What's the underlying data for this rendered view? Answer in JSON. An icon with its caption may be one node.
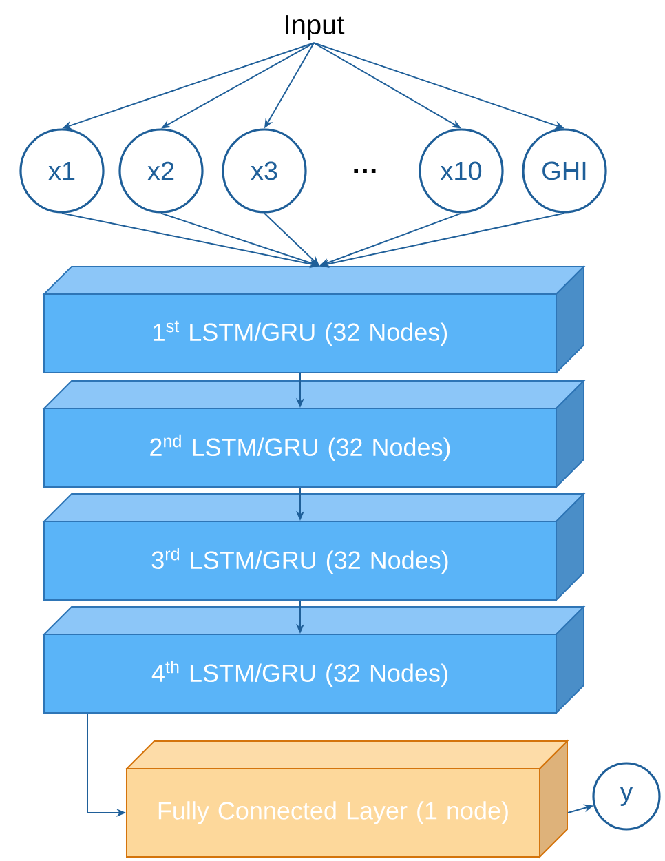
{
  "diagram": {
    "nodes": [
      {
        "text": [
          "Input"
        ]
      },
      {
        "text": [
          "x1"
        ]
      },
      {
        "text": [
          "x2"
        ]
      },
      {
        "text": [
          "x3"
        ]
      },
      {
        "text": [
          "x10"
        ]
      },
      {
        "text": [
          "GHI"
        ]
      },
      {
        "text": [
          "1$^{st}$ LSTM/GRU (32 Nodes)"
        ]
      },
      {
        "text": [
          "2$^{nd}$ LSTM/GRU (32 Nodes)"
        ]
      },
      {
        "text": [
          "3$^{rd}$ LSTM/GRU (32 Nodes)"
        ]
      },
      {
        "text": [
          "4$^{th}$ LSTM/GRU (32 Nodes)"
        ]
      },
      {
        "text": [
          "Fully Connected Layer (1 node)"
        ]
      },
      {
        "text": [
          "y"
        ]
      }
    ],
    "edges": [
      {
        "from": 0,
        "to": 1,
        "arrow": "to"
      },
      {
        "from": 0,
        "to": 2,
        "arrow": "to"
      },
      {
        "from": 0,
        "to": 3,
        "arrow": "to"
      },
      {
        "from": 0,
        "to": 4,
        "arrow": "to"
      },
      {
        "from": 0,
        "to": 5,
        "arrow": "to"
      },
      {
        "from": 1,
        "to": 6,
        "arrow": "to"
      },
      {
        "from": 2,
        "to": 6,
        "arrow": "to"
      },
      {
        "from": 3,
        "to": 6,
        "arrow": "to"
      },
      {
        "from": 4,
        "to": 6,
        "arrow": "to"
      },
      {
        "from": 5,
        "to": 6,
        "arrow": "to"
      },
      {
        "from": 6,
        "to": 7,
        "arrow": "to"
      },
      {
        "from": 7,
        "to": 8,
        "arrow": "to"
      },
      {
        "from": 8,
        "to": 9,
        "arrow": "to"
      },
      {
        "from": 9,
        "to": 10,
        "arrow": "to"
      },
      {
        "from": 10,
        "to": 11,
        "arrow": "to"
      }
    ],
    "labels": [
      "…"
    ]
  }
}
